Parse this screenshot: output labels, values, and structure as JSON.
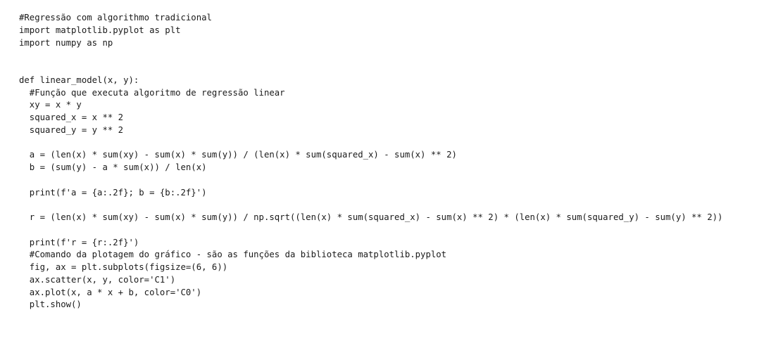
{
  "code": {
    "lines": [
      "#Regressão com algorithmo tradicional",
      "import matplotlib.pyplot as plt",
      "import numpy as np",
      "",
      "",
      "def linear_model(x, y):",
      "  #Função que executa algoritmo de regressão linear",
      "  xy = x * y",
      "  squared_x = x ** 2",
      "  squared_y = y ** 2",
      "",
      "  a = (len(x) * sum(xy) - sum(x) * sum(y)) / (len(x) * sum(squared_x) - sum(x) ** 2)",
      "  b = (sum(y) - a * sum(x)) / len(x)",
      "",
      "  print(f'a = {a:.2f}; b = {b:.2f}')",
      "",
      "  r = (len(x) * sum(xy) - sum(x) * sum(y)) / np.sqrt((len(x) * sum(squared_x) - sum(x) ** 2) * (len(x) * sum(squared_y) - sum(y) ** 2))",
      "",
      "  print(f'r = {r:.2f}')",
      "  #Comando da plotagem do gráfico - são as funções da biblioteca matplotlib.pyplot",
      "  fig, ax = plt.subplots(figsize=(6, 6))",
      "  ax.scatter(x, y, color='C1')",
      "  ax.plot(x, a * x + b, color='C0')",
      "  plt.show()"
    ]
  }
}
